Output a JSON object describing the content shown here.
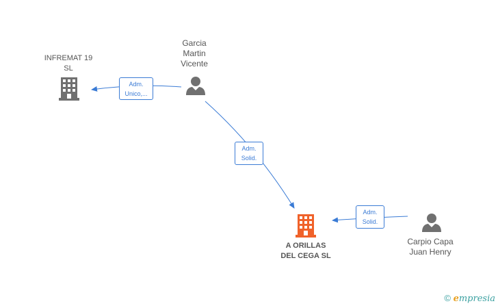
{
  "nodes": {
    "inframat": {
      "line1": "INFREMAT 19",
      "line2": "SL",
      "kind": "company",
      "color": "#707070"
    },
    "garcia": {
      "line1": "Garcia",
      "line2": "Martin",
      "line3": "Vicente",
      "kind": "person",
      "color": "#707070"
    },
    "orillas": {
      "line1": "A ORILLAS",
      "line2": "DEL CEGA  SL",
      "kind": "company",
      "color": "#f0622a"
    },
    "carpio": {
      "line1": "Carpio Capa",
      "line2": "Juan Henry",
      "kind": "person",
      "color": "#707070"
    }
  },
  "edges": {
    "garcia_inframat": {
      "line1": "Adm.",
      "line2": "Unico,..."
    },
    "garcia_orillas": {
      "line1": "Adm.",
      "line2": "Solid."
    },
    "carpio_orillas": {
      "line1": "Adm.",
      "line2": "Solid."
    }
  },
  "colors": {
    "edge": "#3a7bd5"
  },
  "footer": {
    "copyright": "©",
    "brand_initial": "e",
    "brand_rest": "mpresia"
  }
}
